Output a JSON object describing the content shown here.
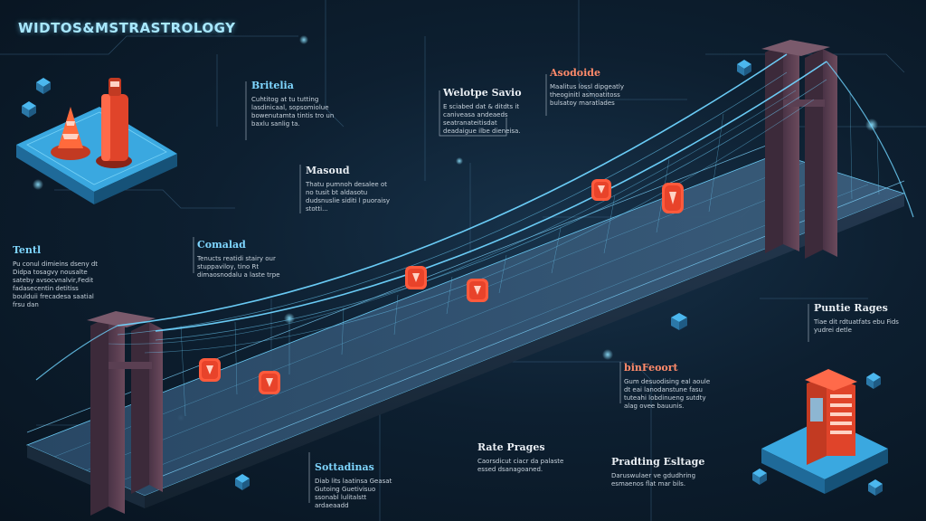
{
  "title": "WIDTOS&MSTRASTROLOGY",
  "colors": {
    "background": "#0d1f30",
    "cable": "#6fd4ff",
    "tower": "#5a3a4e",
    "accent": "#ff5a3c",
    "platform": "#35a8e0"
  },
  "callouts": {
    "top_left": {
      "heading": "Britelia",
      "body": "Cuhtitog at tu tutting lasdinicaal, sopsomiolue bowenutamta tintis tro un baxlu sanlig ta."
    },
    "top_center": {
      "heading": "Welotpe Savio",
      "body": "E sciabed dat & ditdts it caniveasa andeaeds seatranateitisdat deadaigue ilbe dieneisa."
    },
    "top_right": {
      "heading": "Asodoide",
      "body": "Maalitus lossl dipgeatly theoginitl asmoatitoss bulsatoy maratlades"
    },
    "mid_upper": {
      "heading": "Masoud",
      "body": "Thatu pumnoh desalee ot no tusit bt aldasotu dudsnuslie siditi l puoraisy stotti..."
    },
    "mid_left": {
      "heading": "Comalad",
      "body": "Tenucts reatidi stairy our stuppaviloy, tino Rt dimaosnodalu a laste trpe"
    },
    "far_left": {
      "heading": "Tentl",
      "body": "Pu conul dimieins dseny dt Didpa tosagvy nousalte sateby avsocvnalvir,Fedit fadasecentin detitiss boulduii frecadesa saatial frsu dan"
    },
    "right_mid": {
      "heading": "Puntie Rages",
      "body": "Tiae dit rdtuatfats ebu Fids yudrei detle"
    },
    "lower_right": {
      "heading": "binFeoort",
      "body": "Gum desuodising eal aoule dt eai lanodanstune fasu tuteahi lobdinueng sutdty alag ovee bauunis."
    },
    "bottom_left": {
      "heading": "Sottadinas",
      "body": "Diab lits laatinsa Geasat Gutoing Guetivisuo ssonabl lulitalstt ardaeaadd"
    },
    "bottom_center": {
      "heading": "Rate Prages",
      "body": "Caorsdicut ciacr da palaste essed dsanagoaned."
    },
    "bottom_right": {
      "heading": "Pradting Esltage",
      "body": "Daruswulaer ve gdudhring esmaenos flat mar bils."
    }
  }
}
